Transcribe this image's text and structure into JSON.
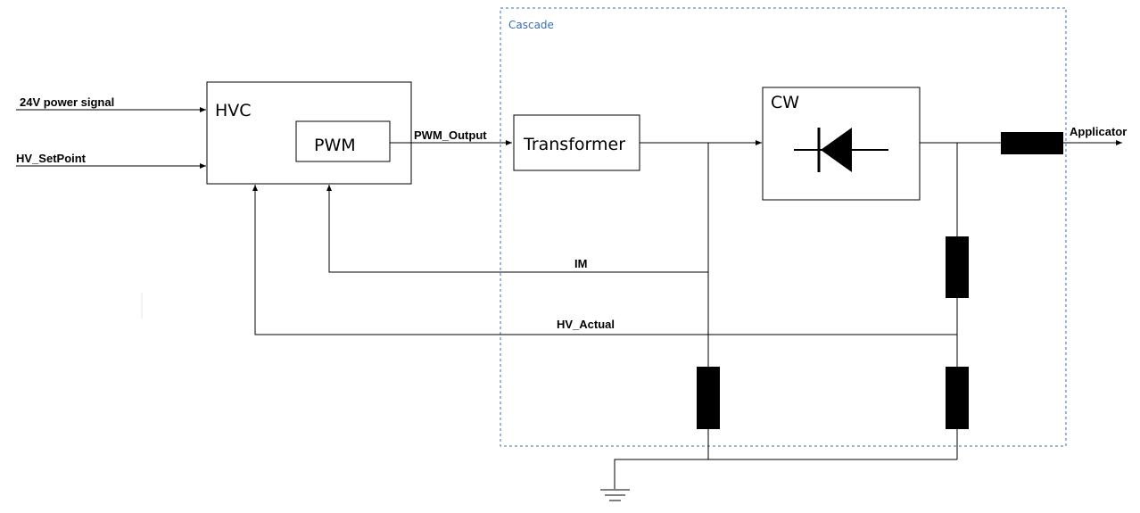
{
  "inputs": {
    "power_signal": "24V power signal",
    "setpoint": "HV_SetPoint"
  },
  "blocks": {
    "hvc": "HVC",
    "pwm": "PWM",
    "transformer": "Transformer",
    "cw": "CW"
  },
  "signals": {
    "pwm_output": "PWM_Output",
    "im": "IM",
    "hv_actual": "HV_Actual",
    "applicator": "Applicator"
  },
  "cascade": {
    "label": "Cascade",
    "color": "#3a6fb0"
  }
}
